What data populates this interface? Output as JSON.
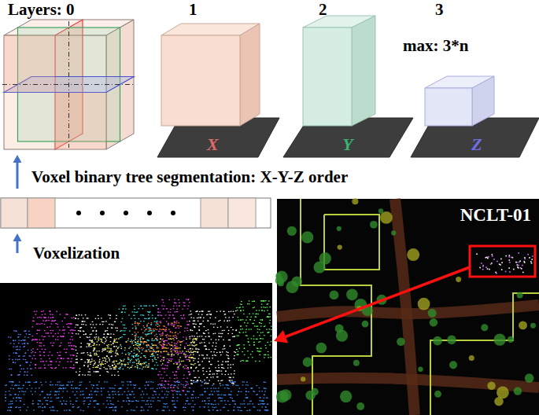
{
  "diagram": {
    "nodes": [
      {
        "text": [
          "X"
        ]
      },
      {
        "text": [
          "Y"
        ]
      },
      {
        "text": [
          "Z"
        ]
      },
      {
        "text": [
          "NCLT-01"
        ]
      }
    ],
    "labels": [
      "Layers: 0",
      "1",
      "2",
      "3",
      "max: 3*n",
      "Voxel binary tree segmentation: X-Y-Z order",
      "Voxelization"
    ]
  }
}
